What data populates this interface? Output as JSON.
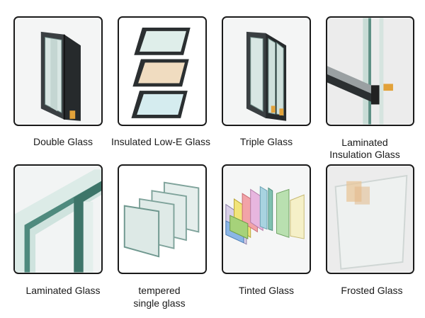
{
  "products": [
    {
      "caption": "Double Glass",
      "icon": "double-glass-icon"
    },
    {
      "caption": "Insulated Low-E Glass",
      "icon": "insulated-low-e-glass-icon"
    },
    {
      "caption": "Triple Glass",
      "icon": "triple-glass-icon"
    },
    {
      "caption_lines": [
        "Laminated",
        "Insulation Glass"
      ],
      "icon": "laminated-insulation-glass-icon"
    },
    {
      "caption": "Laminated Glass",
      "icon": "laminated-glass-icon"
    },
    {
      "caption_lines": [
        "tempered",
        "single glass"
      ],
      "icon": "tempered-single-glass-icon"
    },
    {
      "caption": "Tinted Glass",
      "icon": "tinted-glass-icon"
    },
    {
      "caption": "Frosted Glass",
      "icon": "frosted-glass-icon"
    }
  ],
  "colors": {
    "border": "#1a1a1a",
    "frame": "#2b2f31",
    "glass": "#dfeae8",
    "glass_edge": "#4f8a7e",
    "spacer": "#e2a23a"
  }
}
